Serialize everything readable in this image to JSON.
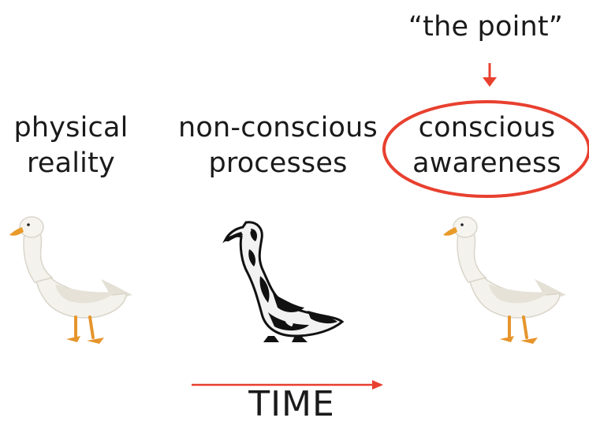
{
  "labels": {
    "point": "“the point”",
    "physical_line1": "physical",
    "physical_line2": "reality",
    "nonconscious_line1": "non-conscious",
    "nonconscious_line2": "processes",
    "conscious_line1": "conscious",
    "conscious_line2": "awareness",
    "time": "TIME"
  },
  "colors": {
    "accent": "#e8402f",
    "text": "#1a1a1a",
    "duck_body": "#f4f2ec",
    "duck_shade": "#d9d5ca",
    "duck_beak": "#e89a2a",
    "duck_legs": "#e6952c",
    "sketch": "#111111"
  },
  "icons": {
    "duck_left": "white-duck-photo",
    "duck_middle": "duck-sketch",
    "duck_right": "white-duck-photo"
  }
}
